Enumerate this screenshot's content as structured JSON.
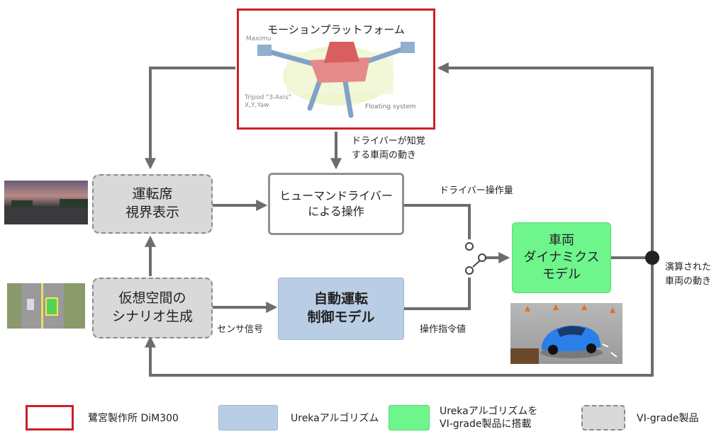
{
  "platform": {
    "title": "モーションプラットフォーム",
    "label_max": "Maximu",
    "label_tripod": "Tripod \"3-Axis\"\nX,Y,Yaw",
    "label_floating": "Floating system"
  },
  "nodes": {
    "driver_view": "運転席\n視界表示",
    "scenario": "仮想空間の\nシナリオ生成",
    "human_driver": "ヒューマンドライバー\nによる操作",
    "auto_control": "自動運転\n制御モデル",
    "vehicle_dynamics": "車両\nダイナミクス\nモデル"
  },
  "edge_labels": {
    "perceived_motion": "ドライバーが知覚\nする車両の動き",
    "driver_input": "ドライバー操作量",
    "sensor_signal": "センサ信号",
    "command_value": "操作指令値",
    "computed_motion": "演算された\n車両の動き"
  },
  "legend": {
    "red": "鷺宮製作所 DiM300",
    "blue": "Urekaアルゴリズム",
    "green": "Urekaアルゴリズムを\nVI-grade製品に搭載",
    "gray": "VI-grade製品"
  },
  "colors": {
    "red_border": "#cc1f2a",
    "blue_fill": "#b9cde5",
    "green_fill": "#6ef58c",
    "gray_fill": "#d9d9d9",
    "arrow": "#6d6d6d"
  }
}
